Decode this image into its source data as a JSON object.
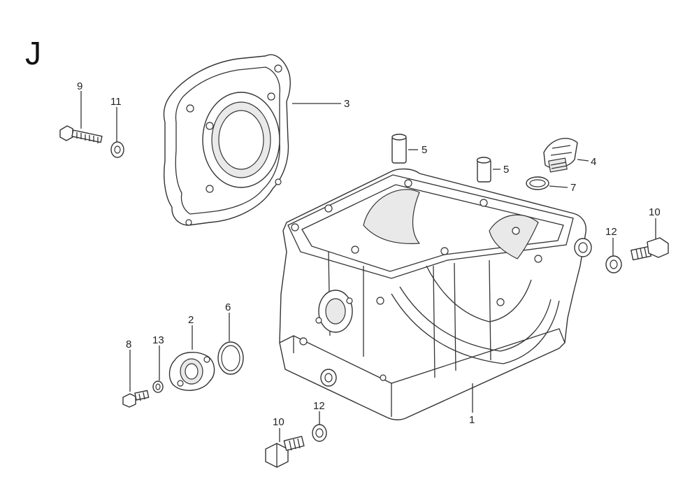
{
  "diagram": {
    "section_letter": "J",
    "callouts": [
      {
        "id": "c9",
        "text": "9"
      },
      {
        "id": "c11",
        "text": "11"
      },
      {
        "id": "c3",
        "text": "3"
      },
      {
        "id": "c5a",
        "text": "5"
      },
      {
        "id": "c5b",
        "text": "5"
      },
      {
        "id": "c4",
        "text": "4"
      },
      {
        "id": "c7",
        "text": "7"
      },
      {
        "id": "c12a",
        "text": "12"
      },
      {
        "id": "c10a",
        "text": "10"
      },
      {
        "id": "c2",
        "text": "2"
      },
      {
        "id": "c6",
        "text": "6"
      },
      {
        "id": "c8",
        "text": "8"
      },
      {
        "id": "c13",
        "text": "13"
      },
      {
        "id": "c1",
        "text": "1"
      },
      {
        "id": "c12b",
        "text": "12"
      },
      {
        "id": "c10b",
        "text": "10"
      }
    ]
  }
}
